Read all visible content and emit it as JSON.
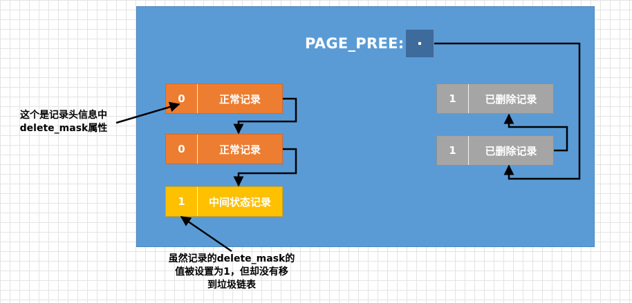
{
  "page_pointer": {
    "label": "PAGE_PREE:",
    "value": "·"
  },
  "records": [
    {
      "flag": "0",
      "name": "正常记录"
    },
    {
      "flag": "0",
      "name": "正常记录"
    },
    {
      "flag": "1",
      "name": "中间状态记录"
    },
    {
      "flag": "1",
      "name": "已删除记录"
    },
    {
      "flag": "1",
      "name": "已删除记录"
    }
  ],
  "annotations": {
    "left_line1": "这个是记录头信息中",
    "left_line2": "delete_mask属性",
    "bottom_line1": "虽然记录的delete_mask的",
    "bottom_line2": "值被设置为1，但却没有移",
    "bottom_line3": "到垃圾链表"
  },
  "colors": {
    "panel": "#5b9bd5",
    "normal_record": "#ed7d31",
    "intermediate_record": "#ffc000",
    "deleted_record": "#a5a5a5",
    "pointer_box": "#3d6b9c"
  }
}
